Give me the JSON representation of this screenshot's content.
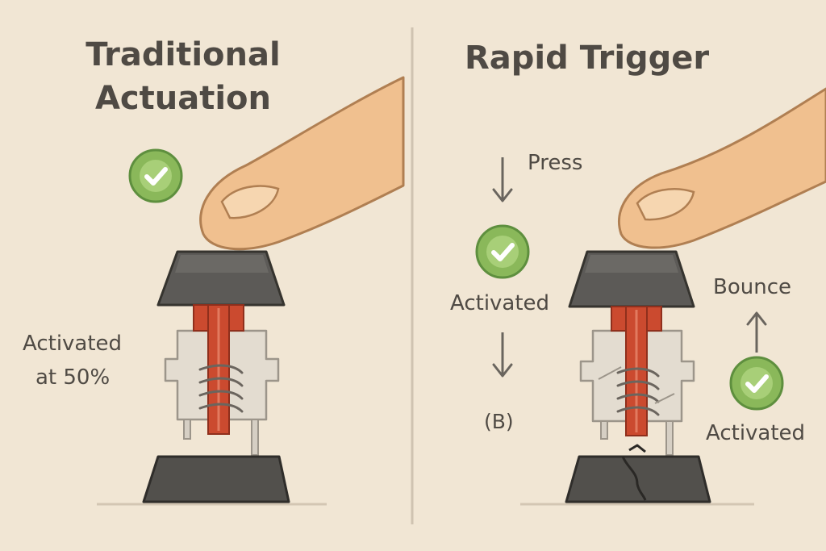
{
  "left_panel": {
    "title_line1": "Traditional",
    "title_line2": "Actuation",
    "label_line1": "Activated",
    "label_line2": "at 50%"
  },
  "right_panel": {
    "title": "Rapid Trigger",
    "press_label": "Press",
    "activated_label": "Activated",
    "b_label": "(B)",
    "bounce_label": "Bounce",
    "activated_label_2": "Activated"
  },
  "colors": {
    "background": "#f1e6d4",
    "text": "#4f4a44",
    "check_green": "#8ab85a",
    "keycap": "#5c5a57",
    "stem_red": "#cb4a2f",
    "finger": "#f0c08f"
  },
  "icons": [
    "check-icon",
    "arrow-down-icon",
    "arrow-up-icon",
    "finger-icon",
    "switch-icon"
  ]
}
